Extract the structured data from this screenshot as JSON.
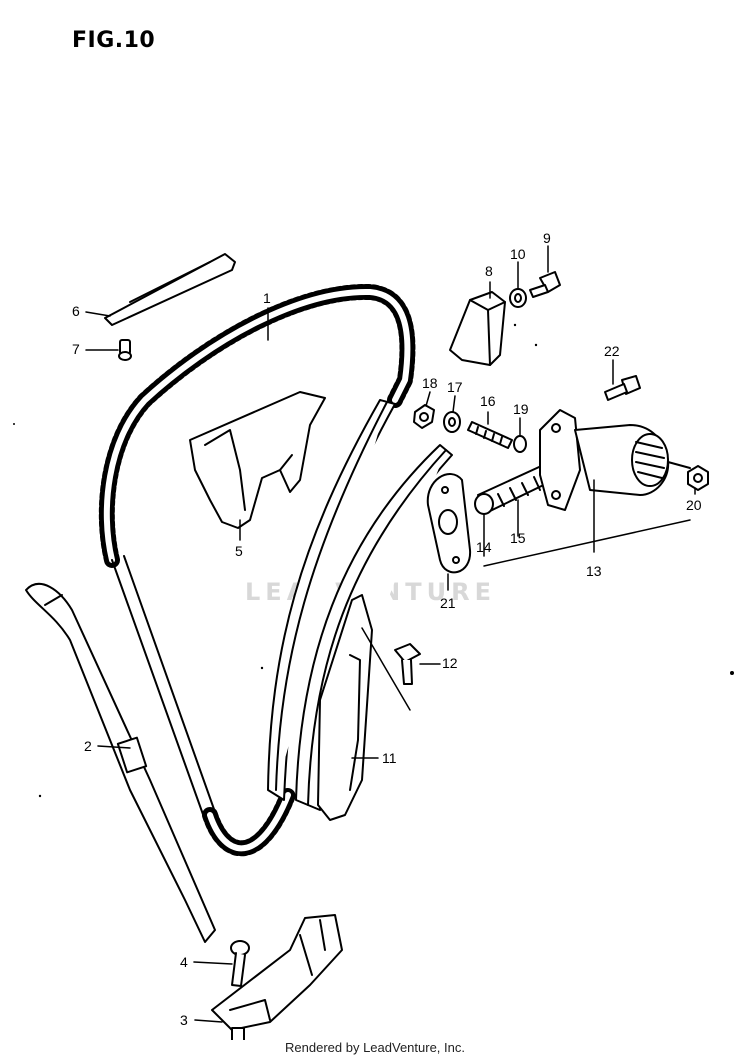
{
  "figure": {
    "title": "FIG.10"
  },
  "callouts": [
    "1",
    "2",
    "3",
    "4",
    "5",
    "6",
    "7",
    "8",
    "9",
    "10",
    "11",
    "12",
    "13",
    "14",
    "15",
    "16",
    "17",
    "18",
    "19",
    "20",
    "21",
    "22"
  ],
  "watermark": "LEADVENTURE",
  "footer": "Rendered by LeadVenture, Inc."
}
